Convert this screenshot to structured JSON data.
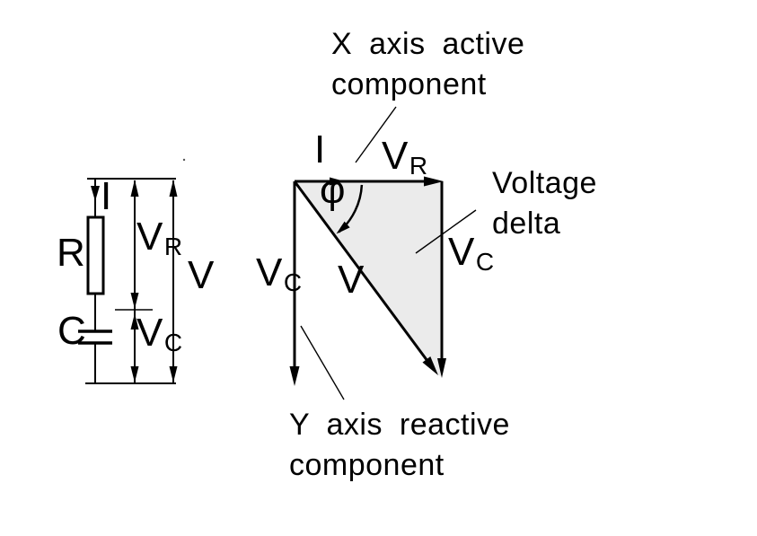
{
  "colors": {
    "background": "#ffffff",
    "stroke": "#000000",
    "triangle_fill": "#ebebeb"
  },
  "circuit": {
    "current_label": "I",
    "resistor_label": "R",
    "capacitor_label": "C",
    "resistor_voltage": {
      "base": "V",
      "sub": "R"
    },
    "capacitor_voltage": {
      "base": "V",
      "sub": "C"
    },
    "total_voltage": "V"
  },
  "phasor": {
    "current_label": "I",
    "angle_label": "φ",
    "vr_vector": {
      "base": "V",
      "sub": "R"
    },
    "vc_axis": {
      "base": "V",
      "sub": "C"
    },
    "vc_delta": {
      "base": "V",
      "sub": "C"
    },
    "v_vector": "V"
  },
  "annotations": {
    "x_axis": {
      "line1": "X axis active",
      "line2": "component"
    },
    "voltage_delta": {
      "line1": "Voltage",
      "line2": "delta"
    },
    "y_axis": {
      "line1": "Y axis reactive",
      "line2": "component"
    }
  }
}
